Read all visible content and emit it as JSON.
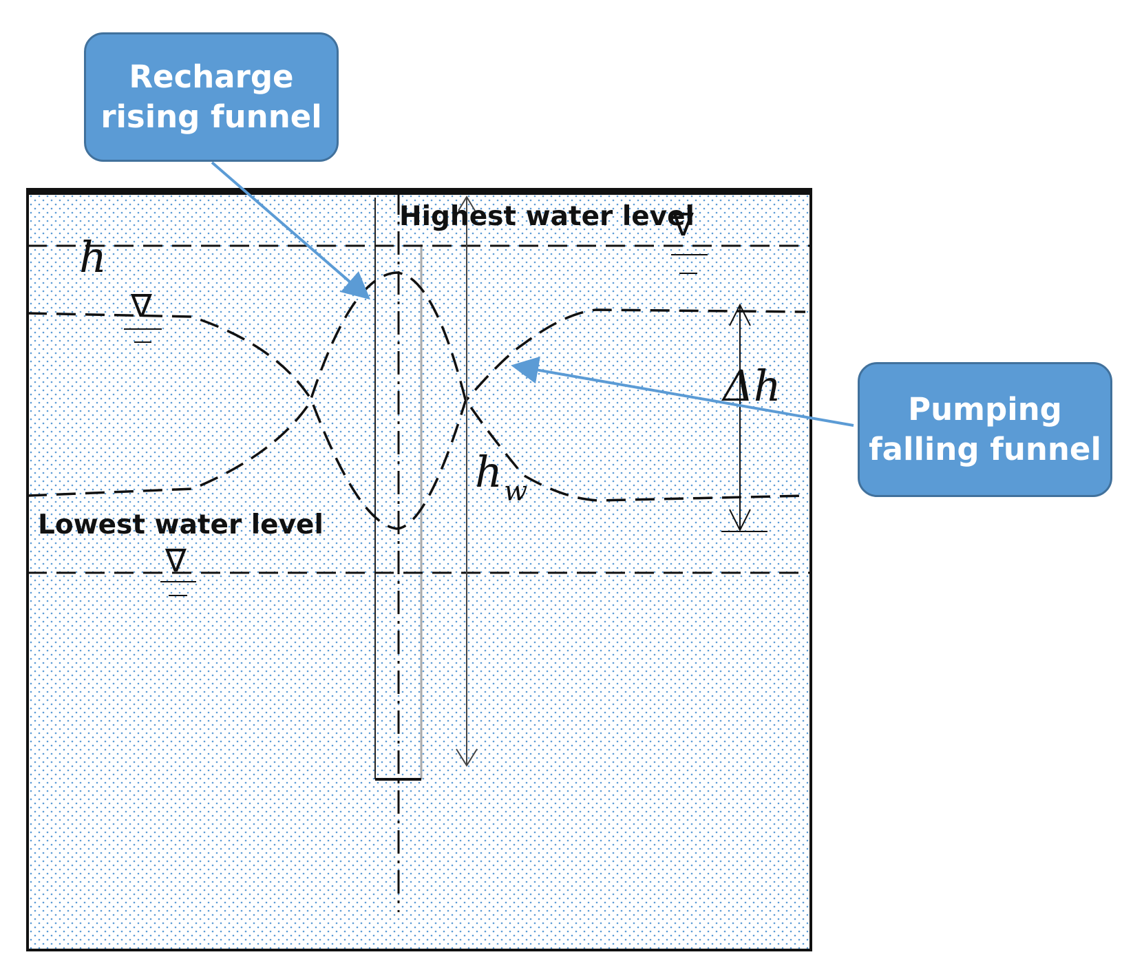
{
  "callouts": {
    "recharge": {
      "line1": "Recharge",
      "line2": "rising funnel"
    },
    "pumping": {
      "line1": "Pumping",
      "line2": "falling funnel"
    }
  },
  "labels": {
    "highest": "Highest water level",
    "lowest": "Lowest water level",
    "h": "h",
    "hw_main": "h",
    "hw_sub": "w",
    "delta_h": "Δh",
    "water_symbol": "∇"
  },
  "colors": {
    "callout_fill": "#5b9bd5",
    "callout_border": "#41719c",
    "pointer_arrow": "#5b9bd5",
    "stipple": "#5b9bd5"
  }
}
